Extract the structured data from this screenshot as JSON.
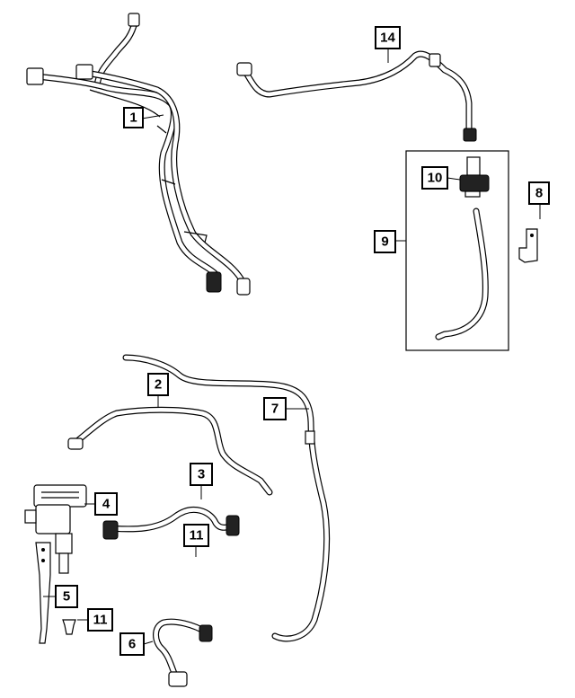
{
  "callouts": {
    "c1": "1",
    "c2": "2",
    "c3": "3",
    "c4": "4",
    "c5": "5",
    "c6": "6",
    "c7": "7",
    "c8": "8",
    "c9": "9",
    "c10": "10",
    "c11a": "11",
    "c11b": "11",
    "c14": "14"
  }
}
